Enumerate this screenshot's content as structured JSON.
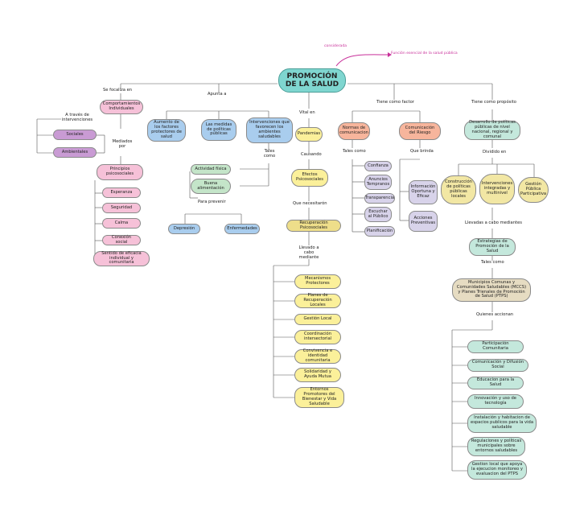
{
  "title": "PROMOCIÓN DE LA SALUD",
  "considerada": "considerada",
  "funcion": "Función esencial de la salud pública",
  "branches": {
    "b1": "Se focaliza en",
    "b2": "Apunta a",
    "b3": "Vital en",
    "b4": "Tiene como factor",
    "b5": "Tiene como propósito"
  },
  "left": {
    "comportamientos": "Comportamientos Individuales",
    "a_traves": "A través de intervenciones",
    "sociales": "Sociales",
    "ambientales": "Ambientales",
    "mediados": "Mediados por",
    "principios": "Principios psicosociales",
    "items": [
      "Esperanza",
      "Seguridad",
      "Calma",
      "Conexión social",
      "Sentido de eficacia individual y comunitaria"
    ]
  },
  "apunta": {
    "aumento": "Aumento de los factores protectores de salud",
    "medidas": "Las medidas de políticas públicas",
    "intervenciones": "Intervenciones que favorecen los ambientes saludables",
    "tales_como": "Tales como",
    "actividad": "Actividad física",
    "buena": "Buena alimentación",
    "para_prevenir": "Para prevenir",
    "depresion": "Depresión",
    "enfermedades": "Enfermedades"
  },
  "vital": {
    "pandemias": "Pandemias",
    "causando": "Causando",
    "efectos": "Efectos Psicosociales",
    "necesitaron": "Que necesitarón",
    "recuperacion": "Recuperación Psicosociales",
    "llevado": "Llevado a cabo mediante",
    "items": [
      "Mecanismos Protectores",
      "Planes de Recuperación Locales",
      "Gestión Local",
      "Coordinación intersectorial",
      "Convivencia e identidad comunitaria",
      "Solidaridad y Ayuda Mutua",
      "Entornos Promotores del Bienestar y Vida Saludable"
    ]
  },
  "factor": {
    "normas": "Normas de comunicacion",
    "comunicacion": "Comunicación del Riesgo",
    "tales_como": "Tales como",
    "que_brinda": "Que brinda",
    "items": [
      "Confianza",
      "Anuncios Tempranos",
      "Transparencia",
      "Escuchar al Público",
      "Planificación"
    ],
    "info": "Información Oportuna y Eficaz",
    "acciones": "Acciones Preventivas"
  },
  "proposito": {
    "desarrollo": "Desarrollo de políticas públicas de nivel nacional, regional y comunal",
    "dividido": "Dividido en",
    "clouds": [
      "Construcción de políticas públicas locales",
      "Intervenciones integradas y multinivel",
      "Gestión Pública Participativa"
    ],
    "llevadas": "Llevadas a cabo mediantes",
    "estrategias": "Estrategias de Promoción de la Salud",
    "tales_como": "Tales como",
    "municipios": "Municipios Comunas y Comunidades Saludables (MCCS) y Planes Trienales de Promoción de Salud (PTPS)",
    "quienes": "Quienes accionan",
    "items": [
      "Participación Comunitaria",
      "Comunicación y Difusión Social",
      "Educacion para la Salud",
      "Innovación y uso de tecnología",
      "Instalación y habitacion de espacios publicos para la vida saludable",
      "Regulaciones y políticas municipales sobre entornos saludables",
      "Gestion local que apoya la ejecucion monitoreo y evaluacion del PTPS"
    ]
  }
}
